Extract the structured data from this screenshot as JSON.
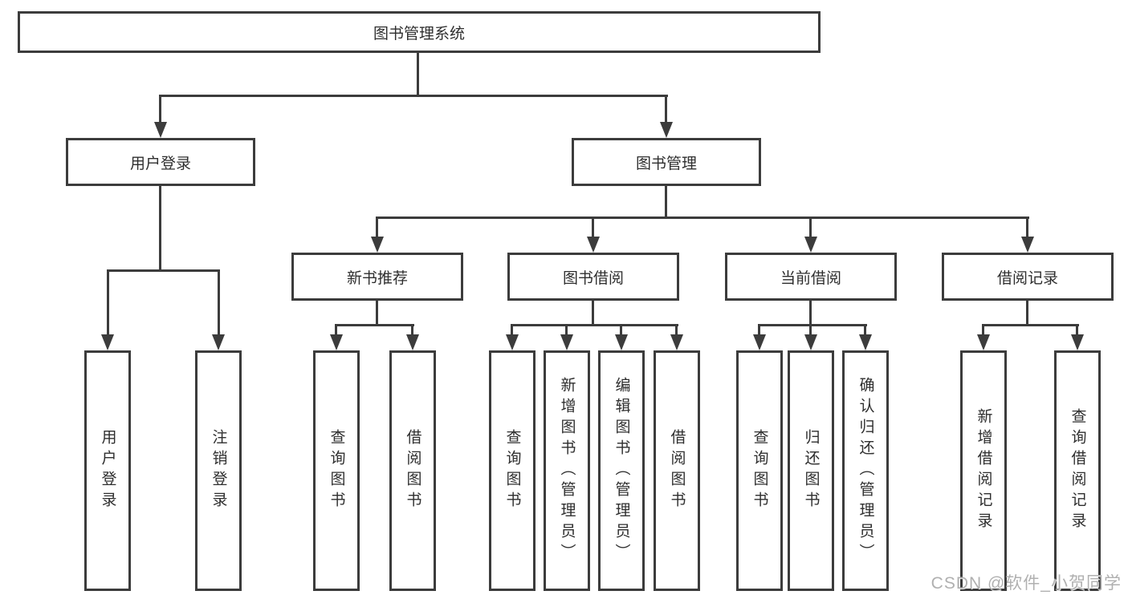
{
  "diagram_title": "图书管理系统",
  "tree": {
    "label": "图书管理系统",
    "children": [
      {
        "label": "用户登录",
        "children": [
          {
            "label": "用户登录"
          },
          {
            "label": "注销登录"
          }
        ]
      },
      {
        "label": "图书管理",
        "children": [
          {
            "label": "新书推荐",
            "children": [
              {
                "label": "查询图书"
              },
              {
                "label": "借阅图书"
              }
            ]
          },
          {
            "label": "图书借阅",
            "children": [
              {
                "label": "查询图书"
              },
              {
                "label": "新增图书（管理员）"
              },
              {
                "label": "编辑图书（管理员）"
              },
              {
                "label": "借阅图书"
              }
            ]
          },
          {
            "label": "当前借阅",
            "children": [
              {
                "label": "查询图书"
              },
              {
                "label": "归还图书"
              },
              {
                "label": "确认归还（管理员）"
              }
            ]
          },
          {
            "label": "借阅记录",
            "children": [
              {
                "label": "新增借阅记录"
              },
              {
                "label": "查询借阅记录"
              }
            ]
          }
        ]
      }
    ]
  },
  "watermark": {
    "text": "CSDN @软件_小贺同学"
  },
  "colors": {
    "line": "#3c3c3c",
    "box_border": "#3c3c3c",
    "text": "#2e2e2e",
    "background": "#ffffff",
    "watermark": "#b0b0b0"
  }
}
